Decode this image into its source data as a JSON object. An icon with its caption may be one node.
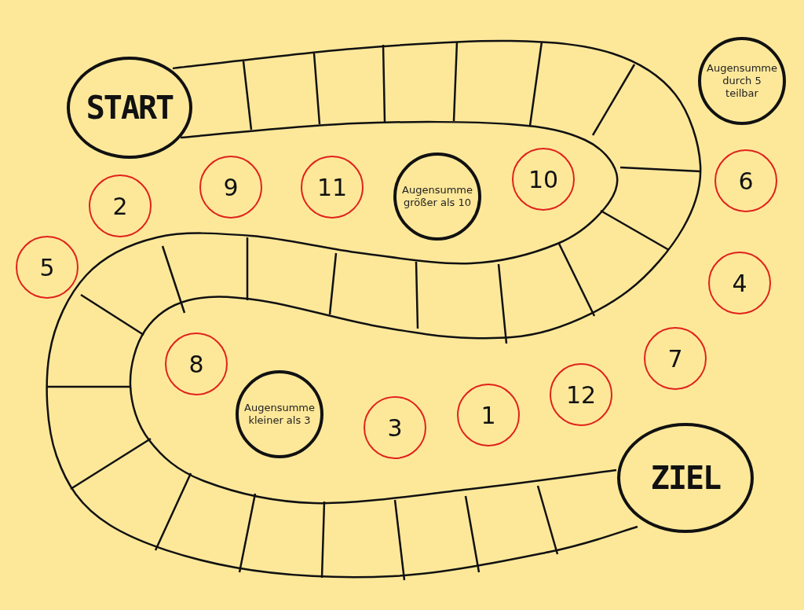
{
  "diagram": {
    "nodes": [
      {
        "text": [
          "START"
        ]
      },
      {
        "text": [
          "Augensumme durch 5 teilbar"
        ]
      },
      {
        "text": [
          "9"
        ]
      },
      {
        "text": [
          "11"
        ]
      },
      {
        "text": [
          "Augensumme größer als 10"
        ]
      },
      {
        "text": [
          "10"
        ]
      },
      {
        "text": [
          "6"
        ]
      },
      {
        "text": [
          "2"
        ]
      },
      {
        "text": [
          "5"
        ]
      },
      {
        "text": [
          "4"
        ]
      },
      {
        "text": [
          "7"
        ]
      },
      {
        "text": [
          "8"
        ]
      },
      {
        "text": [
          "12"
        ]
      },
      {
        "text": [
          "Augensumme kleiner als 3"
        ]
      },
      {
        "text": [
          "1"
        ]
      },
      {
        "text": [
          "3"
        ]
      },
      {
        "text": [
          "ZIEL"
        ]
      }
    ],
    "edges": []
  }
}
